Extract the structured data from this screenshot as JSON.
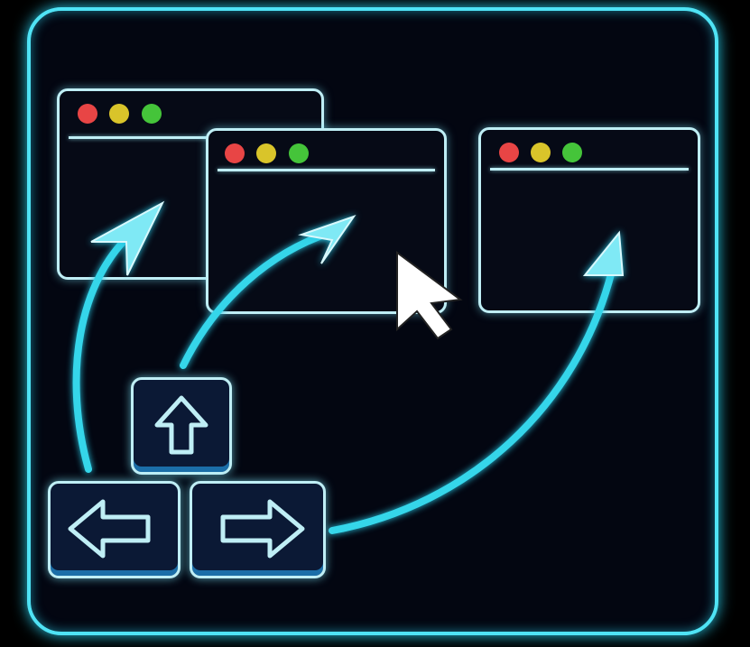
{
  "scene": {
    "windows": [
      "back-left-window",
      "middle-window",
      "right-window"
    ],
    "keys": [
      "arrow-up-key",
      "arrow-left-key",
      "arrow-right-key"
    ]
  },
  "colors": {
    "accent": "#4fe3f5",
    "window_border": "#bfeef5",
    "arrow": "#35d6ea",
    "dot_red": "#e84545",
    "dot_yellow": "#d9c42a",
    "dot_green": "#45c43a",
    "background": "#030611"
  }
}
